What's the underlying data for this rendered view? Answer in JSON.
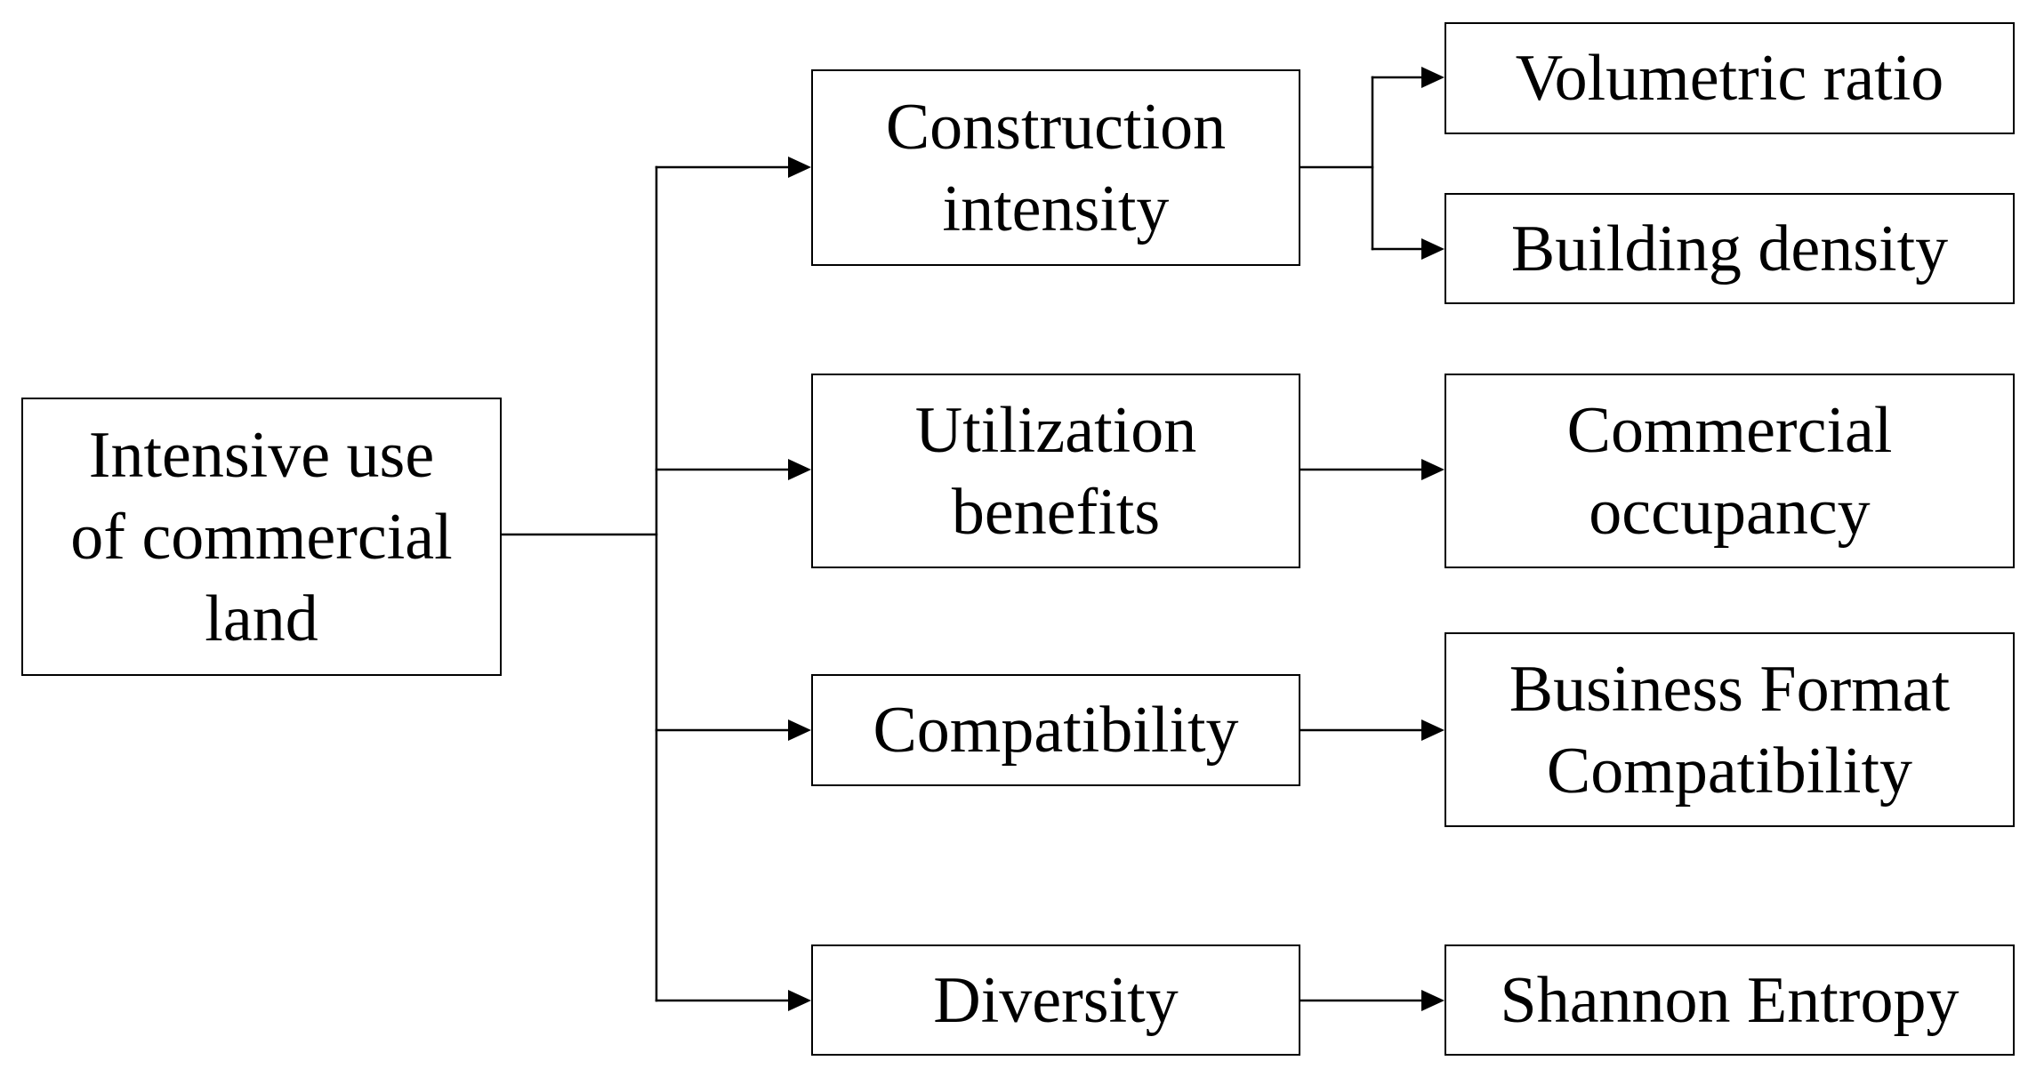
{
  "diagram": {
    "root": {
      "label": "Intensive use\nof commercial\nland"
    },
    "criteria": [
      {
        "label": "Construction\nintensity"
      },
      {
        "label": "Utilization\nbenefits"
      },
      {
        "label": "Compatibility"
      },
      {
        "label": "Diversity"
      }
    ],
    "indicators": [
      {
        "label": "Volumetric ratio"
      },
      {
        "label": "Building density"
      },
      {
        "label": "Commercial\noccupancy"
      },
      {
        "label": "Business Format\nCompatibility"
      },
      {
        "label": "Shannon Entropy"
      }
    ]
  }
}
